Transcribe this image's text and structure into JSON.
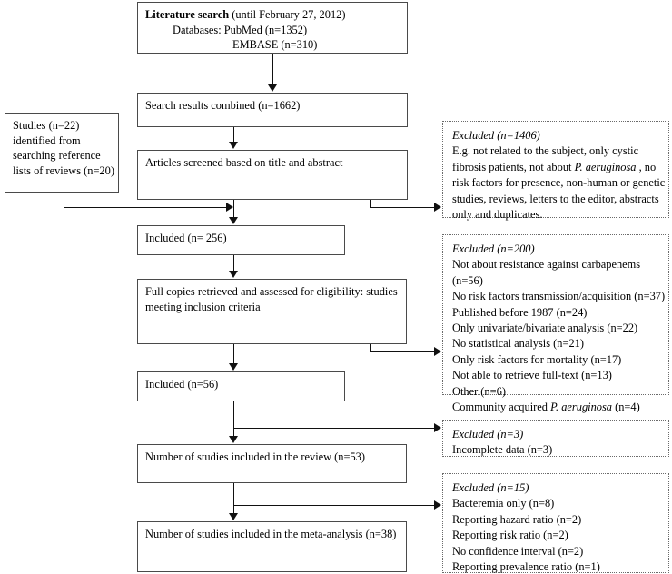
{
  "figure": {
    "type": "prisma-flow-diagram",
    "title": "Study selection flow diagram"
  },
  "colors": {
    "box_border": "#4a4a4a",
    "dashed_border": "#6a6a6a",
    "connector": "#111111",
    "background": "#ffffff",
    "text": "#000000"
  },
  "main_flow": {
    "literature_search": {
      "heading_bold": "Literature search",
      "heading_rest": " (until February 27, 2012)",
      "line_databases": "Databases:  PubMed (n=1352)",
      "line_embase": "EMBASE (n=310)"
    },
    "search_results": {
      "label": "Search results combined (n=1662)"
    },
    "articles_screened": {
      "label": "Articles screened based on title and abstract"
    },
    "included_256": {
      "label": "Included (n= 256)"
    },
    "full_copies": {
      "line1": "Full copies retrieved and assessed for eligibility: studies",
      "line2": "meeting inclusion criteria"
    },
    "included_56": {
      "label": "Included (n=56)"
    },
    "review_total": {
      "label": "Number of studies included in the review (n=53)"
    },
    "meta_analysis_total": {
      "label": "Number of studies included in the meta-analysis (n=38)"
    }
  },
  "side_source": {
    "line1": "Studies (n=22)",
    "line2": "identified from",
    "line3": "searching reference",
    "line4": "lists of reviews (n=20)"
  },
  "exclusions": [
    {
      "id": "excluded-1406",
      "header": "Excluded (n=1406)",
      "lines": [
        {
          "pre": "E.g. not related to the subject, only cystic",
          "italic": "",
          "post": ""
        },
        {
          "pre": "fibrosis patients, not about ",
          "italic": "P. aeruginosa",
          "post": " , no"
        },
        {
          "pre": "risk factors for presence, non-human or genetic",
          "italic": "",
          "post": ""
        },
        {
          "pre": "studies,  reviews, letters to the editor, abstracts",
          "italic": "",
          "post": ""
        },
        {
          "pre": "only and duplicates.",
          "italic": "",
          "post": ""
        }
      ]
    },
    {
      "id": "excluded-200",
      "header": "Excluded (n=200)",
      "lines": [
        {
          "pre": "Not about resistance against carbapenems",
          "italic": "",
          "post": ""
        },
        {
          "pre": "(n=56)",
          "italic": "",
          "post": ""
        },
        {
          "pre": "No risk factors transmission/acquisition (n=37)",
          "italic": "",
          "post": ""
        },
        {
          "pre": "Published before 1987 (n=24)",
          "italic": "",
          "post": ""
        },
        {
          "pre": "Only univariate/bivariate analysis (n=22)",
          "italic": "",
          "post": ""
        },
        {
          "pre": "No statistical analysis (n=21)",
          "italic": "",
          "post": ""
        },
        {
          "pre": "Only risk factors for mortality (n=17)",
          "italic": "",
          "post": ""
        },
        {
          "pre": "Not able to retrieve full-text (n=13)",
          "italic": "",
          "post": ""
        },
        {
          "pre": "Other (n=6)",
          "italic": "",
          "post": ""
        },
        {
          "pre": "Community acquired ",
          "italic": "P. aeruginosa",
          "post": "  (n=4)"
        }
      ]
    },
    {
      "id": "excluded-3",
      "header": "Excluded (n=3)",
      "lines": [
        {
          "pre": "Incomplete data (n=3)",
          "italic": "",
          "post": ""
        }
      ]
    },
    {
      "id": "excluded-15",
      "header": "Excluded (n=15)",
      "lines": [
        {
          "pre": "Bacteremia only (n=8)",
          "italic": "",
          "post": ""
        },
        {
          "pre": "Reporting hazard ratio (n=2)",
          "italic": "",
          "post": ""
        },
        {
          "pre": "Reporting risk ratio (n=2)",
          "italic": "",
          "post": ""
        },
        {
          "pre": "No confidence interval (n=2)",
          "italic": "",
          "post": ""
        },
        {
          "pre": "Reporting prevalence ratio (n=1)",
          "italic": "",
          "post": ""
        }
      ]
    }
  ]
}
